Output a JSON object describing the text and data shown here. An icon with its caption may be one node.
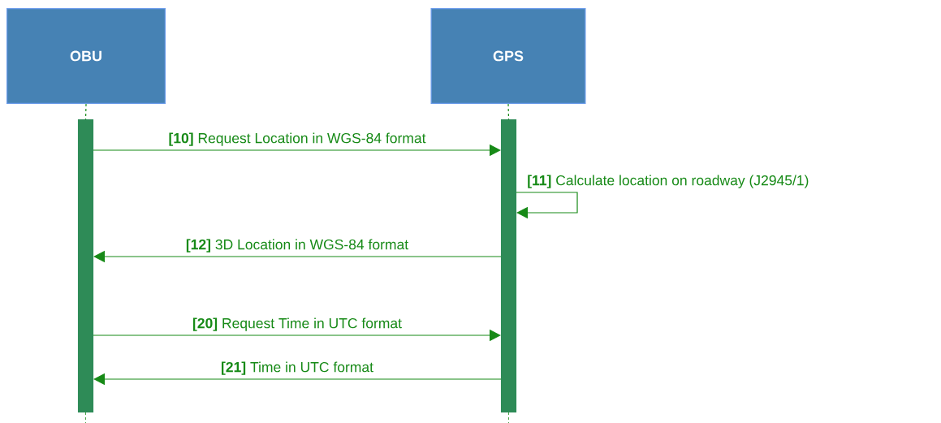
{
  "diagram": {
    "nodes": [
      {
        "text": [
          "OBU"
        ]
      },
      {
        "text": [
          "GPS"
        ]
      },
      {
        "text": [],
        "shape": "bar"
      },
      {
        "text": [],
        "shape": "bar"
      }
    ],
    "edges": [
      {
        "from": 0,
        "to": 2,
        "arrow": "none",
        "style": "dashed"
      },
      {
        "from": 1,
        "to": 3,
        "arrow": "none",
        "style": "dashed"
      },
      {
        "from": 2,
        "to": 3,
        "arrow": "to",
        "label": "**[10]** Request Location in WGS-84 format"
      },
      {
        "from": 3,
        "to": 3,
        "arrow": "to",
        "label": "**[11]** Calculate location on roadway (J2945/1)"
      },
      {
        "from": 3,
        "to": 2,
        "arrow": "to",
        "label": "**[12]** 3D Location in WGS-84 format"
      },
      {
        "from": 2,
        "to": 3,
        "arrow": "to",
        "label": "**[20]** Request Time in UTC format"
      },
      {
        "from": 3,
        "to": 2,
        "arrow": "to",
        "label": "**[21]** Time in UTC format"
      }
    ]
  }
}
